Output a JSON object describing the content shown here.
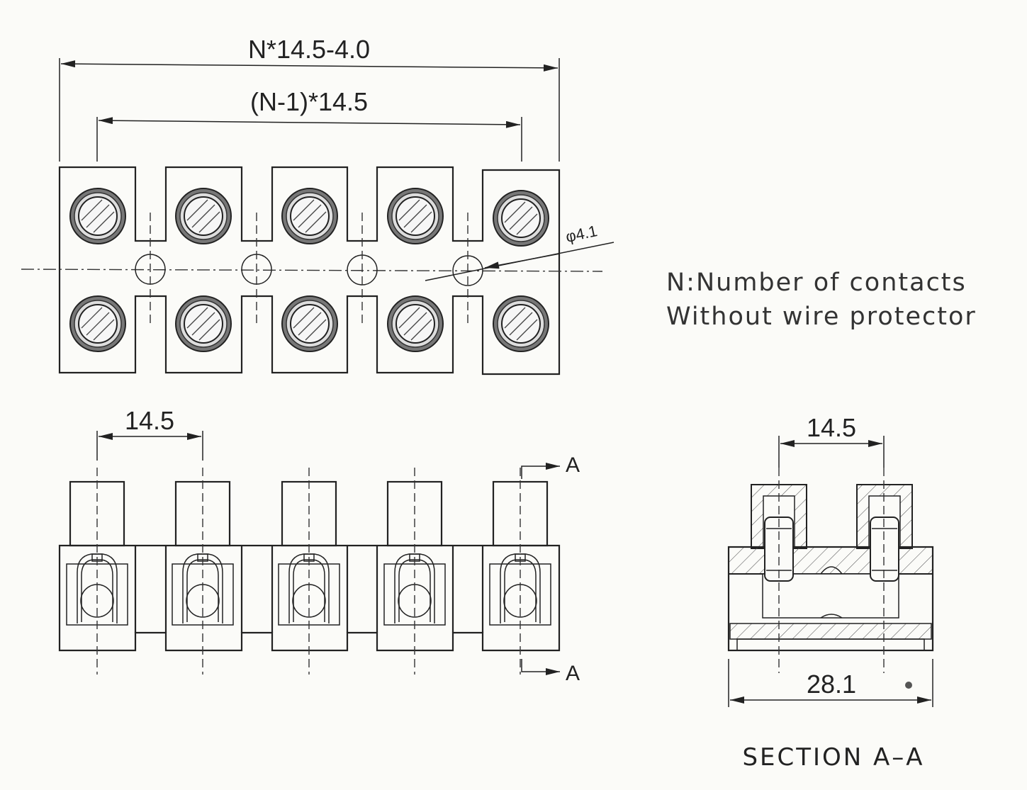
{
  "dimensions": {
    "overall_length": "N*14.5-4.0",
    "pitch_span": "(N-1)*14.5",
    "hole_diameter": "φ4.1",
    "pitch_front": "14.5",
    "pitch_section": "14.5",
    "section_width": "28.1"
  },
  "notes": {
    "line1": "N:Number  of  contacts",
    "line2": "Without  wire  protector"
  },
  "section_markers": {
    "top": "A",
    "bottom": "A"
  },
  "section_title": "SECTION  A–A",
  "contacts_drawn": 5
}
